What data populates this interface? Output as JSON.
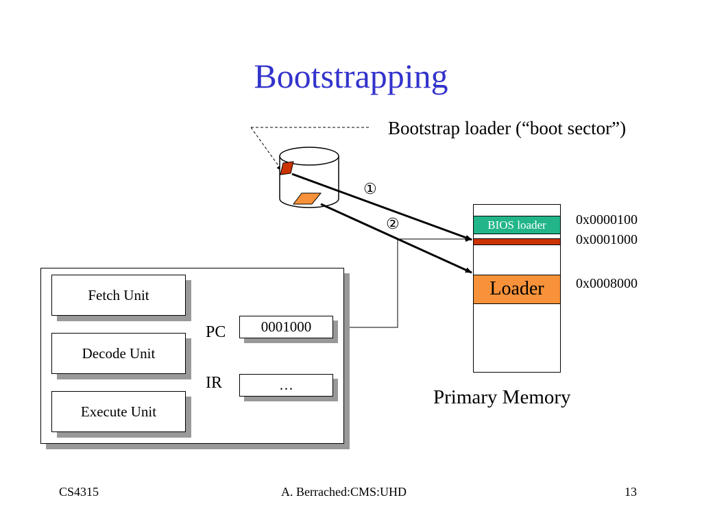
{
  "title": "Bootstrapping",
  "disk_caption": "Bootstrap loader (“boot sector”)",
  "steps": [
    "①",
    "②"
  ],
  "memory": {
    "caption": "Primary Memory",
    "bios_label": "BIOS loader",
    "loader_label": "Loader",
    "addresses": [
      "0x0000100",
      "0x0001000",
      "0x0008000"
    ]
  },
  "cpu": {
    "units": [
      "Fetch Unit",
      "Decode Unit",
      "Execute Unit"
    ],
    "pc_label": "PC",
    "pc_value": "0001000",
    "ir_label": "IR",
    "ir_value": "…"
  },
  "footer": {
    "course": "CS4315",
    "author": "A. Berrached:CMS:UHD",
    "page": "13"
  },
  "colors": {
    "title": "#3333cc",
    "bios": "#22b58a",
    "boot_sector": "#cc3300",
    "loader": "#f7923a"
  }
}
